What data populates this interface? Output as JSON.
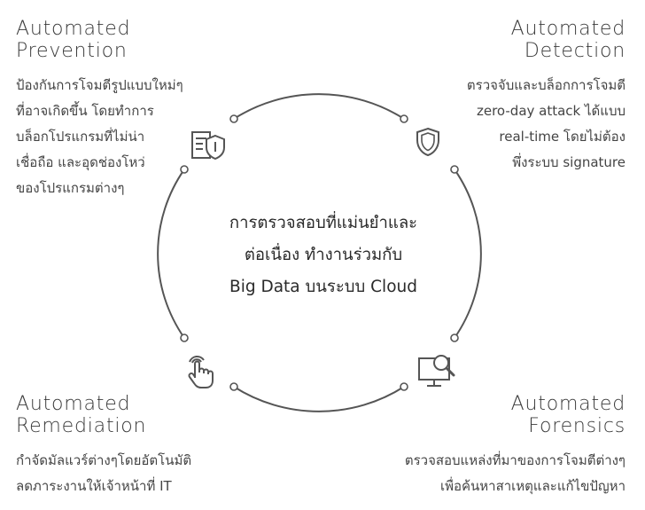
{
  "quadrants": {
    "prevention": {
      "title": [
        "Automated",
        "Prevention"
      ],
      "lines": [
        "ป้องกันการโจมตีรูปแบบใหม่ๆ",
        "ที่อาจเกิดขึ้น โดยทำการ",
        "บล็อกโปรแกรมที่ไม่น่า",
        "เชื่อถือ และอุดช่องโหว่",
        "ของโปรแกรมต่างๆ"
      ],
      "icon": "shield-document-icon"
    },
    "detection": {
      "title": [
        "Automated",
        "Detection"
      ],
      "lines": [
        "ตรวจจับและบล็อกการโจมตี",
        "zero-day attack ได้แบบ",
        "real-time โดยไม่ต้อง",
        "พึ่งระบบ signature"
      ],
      "icon": "shield-icon"
    },
    "remediation": {
      "title": [
        "Automated",
        "Remediation"
      ],
      "lines": [
        "กำจัดมัลแวร์ต่างๆโดยอัตโนมัติ",
        "ลดภาระงานให้เจ้าหน้าที่ IT"
      ],
      "icon": "touch-hand-icon"
    },
    "forensics": {
      "title": [
        "Automated",
        "Forensics"
      ],
      "lines": [
        "ตรวจสอบแหล่งที่มาของการโจมตีต่างๆ",
        "เพื่อค้นหาสาเหตุและแก้ไขปัญหา"
      ],
      "icon": "monitor-magnifier-icon"
    }
  },
  "center": {
    "lines": [
      "การตรวจสอบที่แม่นยำและ",
      "ต่อเนื่อง ทำงานร่วมกับ",
      "Big Data บนระบบ Cloud"
    ]
  }
}
